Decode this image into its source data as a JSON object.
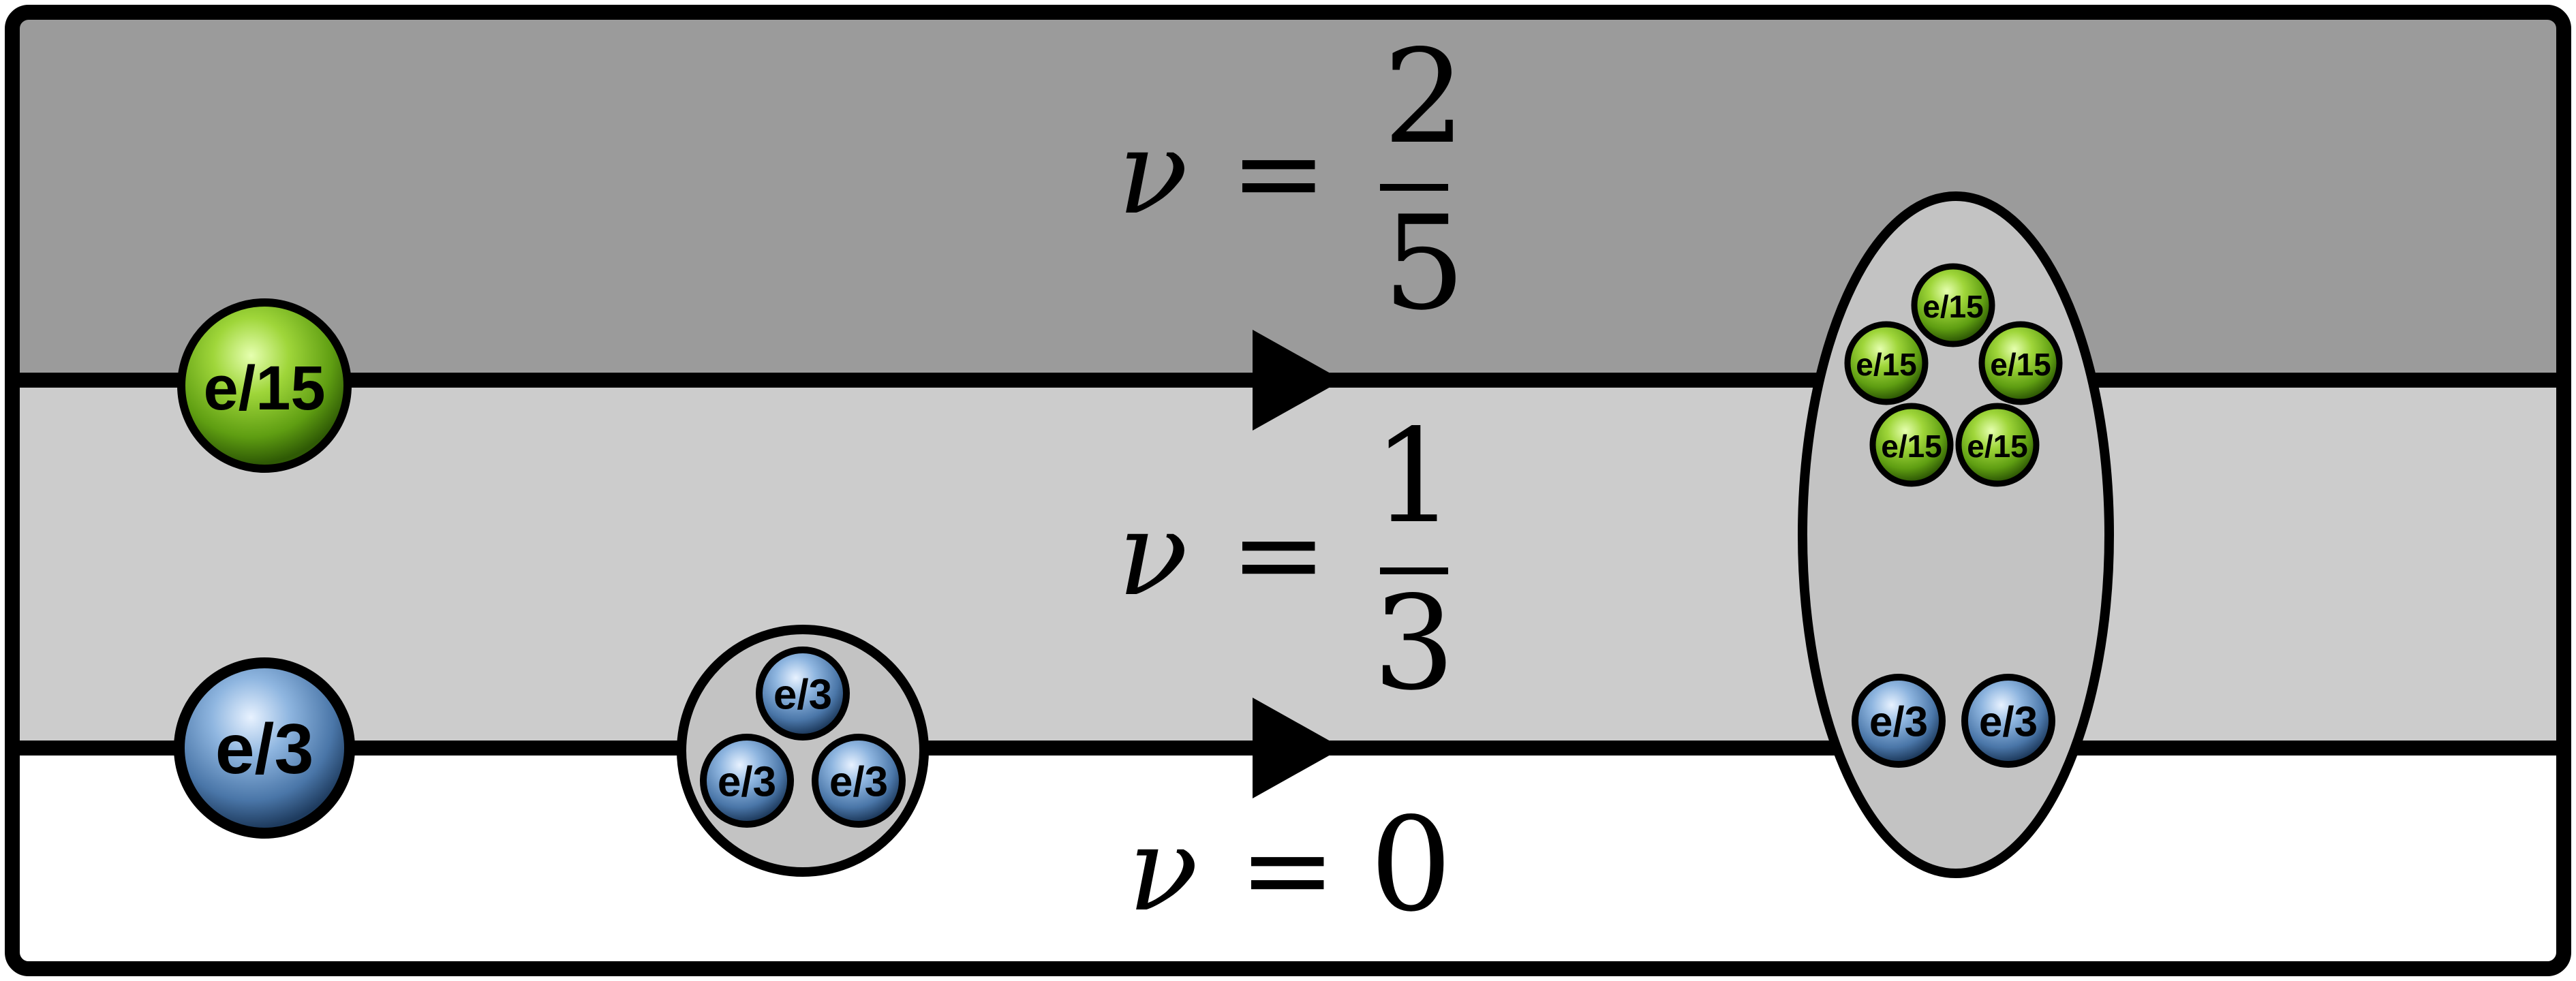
{
  "colors": {
    "region_top": "#9b9b9b",
    "region_middle": "#cccccc",
    "region_bottom": "#ffffff",
    "cluster_fill": "#c3c3c3",
    "green_particle": "#7fbf1f",
    "blue_particle": "#6f9ecf",
    "edge": "#000000"
  },
  "regions": {
    "top": {
      "nu": "ν",
      "eq": "=",
      "numerator": "2",
      "denominator": "5"
    },
    "middle": {
      "nu": "ν",
      "eq": "=",
      "numerator": "1",
      "denominator": "3"
    },
    "bottom": {
      "nu": "ν",
      "eq": "=",
      "value": "0"
    }
  },
  "particles": {
    "green_charge": "e/15",
    "blue_charge": "e/3"
  },
  "edges": {
    "upper_arrow": "right-arrow-icon",
    "lower_arrow": "right-arrow-icon"
  }
}
